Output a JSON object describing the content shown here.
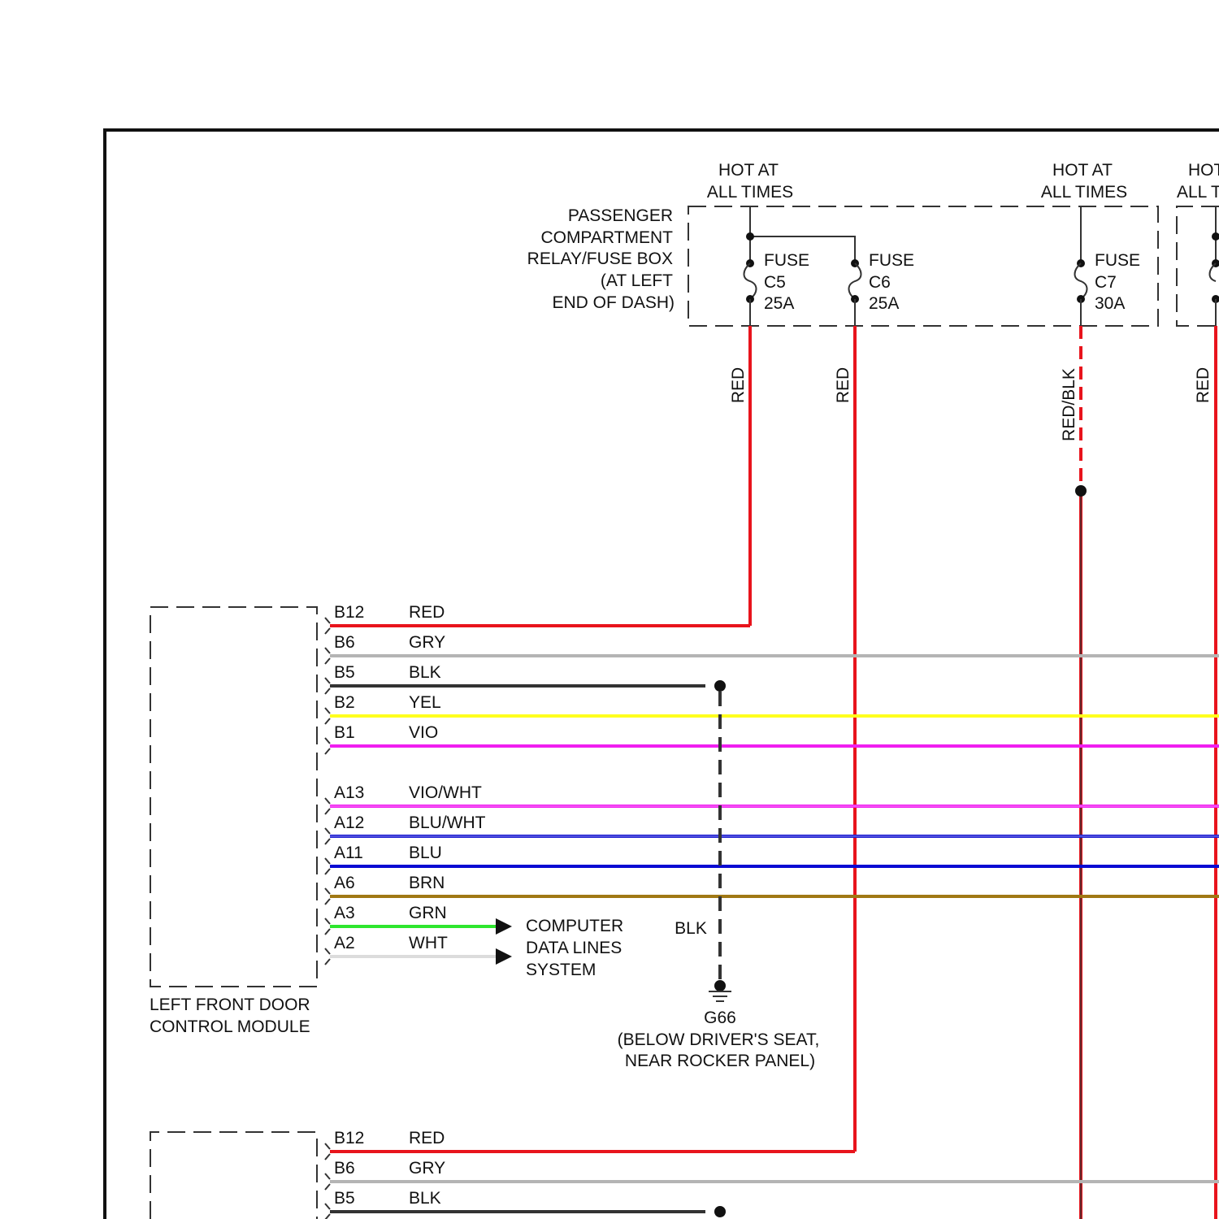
{
  "colors": {
    "RED": "#e8141c",
    "GRY": "#b4b4b4",
    "BLK": "#333333",
    "YEL": "#ffff1e",
    "VIO": "#f01ef0",
    "VIO/WHT": "#f01ef0",
    "BLU/WHT": "#1e1ed2",
    "BLU": "#0a0ad2",
    "BRN": "#a07814",
    "GRN": "#2ee62e",
    "WHT": "#dcdcdc",
    "RED/BLK": "#e8141c"
  },
  "hot_labels": {
    "left": [
      "HOT AT",
      "ALL TIMES"
    ],
    "middle": [
      "HOT AT",
      "ALL TIMES"
    ],
    "right_partial": [
      "HOT",
      "ALL T"
    ]
  },
  "fuse_box": {
    "lines": [
      "PASSENGER",
      "COMPARTMENT",
      "RELAY/FUSE BOX",
      "(AT LEFT",
      "END OF DASH)"
    ]
  },
  "fuses": [
    {
      "lines": [
        "FUSE",
        "C5",
        "25A"
      ]
    },
    {
      "lines": [
        "FUSE",
        "C6",
        "25A"
      ]
    },
    {
      "lines": [
        "FUSE",
        "C7",
        "30A"
      ]
    }
  ],
  "vertical_wire_labels": [
    "RED",
    "RED",
    "RED/BLK",
    "RED"
  ],
  "module1": {
    "name_lines": [
      "LEFT FRONT DOOR",
      "CONTROL MODULE"
    ],
    "pins": [
      {
        "pin": "B12",
        "color": "RED"
      },
      {
        "pin": "B6",
        "color": "GRY"
      },
      {
        "pin": "B5",
        "color": "BLK"
      },
      {
        "pin": "B2",
        "color": "YEL"
      },
      {
        "pin": "B1",
        "color": "VIO"
      },
      {
        "pin": "A13",
        "color": "VIO/WHT"
      },
      {
        "pin": "A12",
        "color": "BLU/WHT"
      },
      {
        "pin": "A11",
        "color": "BLU"
      },
      {
        "pin": "A6",
        "color": "BRN"
      },
      {
        "pin": "A3",
        "color": "GRN"
      },
      {
        "pin": "A2",
        "color": "WHT"
      }
    ]
  },
  "module2": {
    "pins": [
      {
        "pin": "B12",
        "color": "RED"
      },
      {
        "pin": "B6",
        "color": "GRY"
      },
      {
        "pin": "B5",
        "color": "BLK"
      }
    ]
  },
  "data_lines": [
    "COMPUTER",
    "DATA LINES",
    "SYSTEM"
  ],
  "ground": {
    "wire_label": "BLK",
    "id": "G66",
    "location_lines": [
      "(BELOW DRIVER'S SEAT,",
      "NEAR ROCKER PANEL)"
    ]
  }
}
